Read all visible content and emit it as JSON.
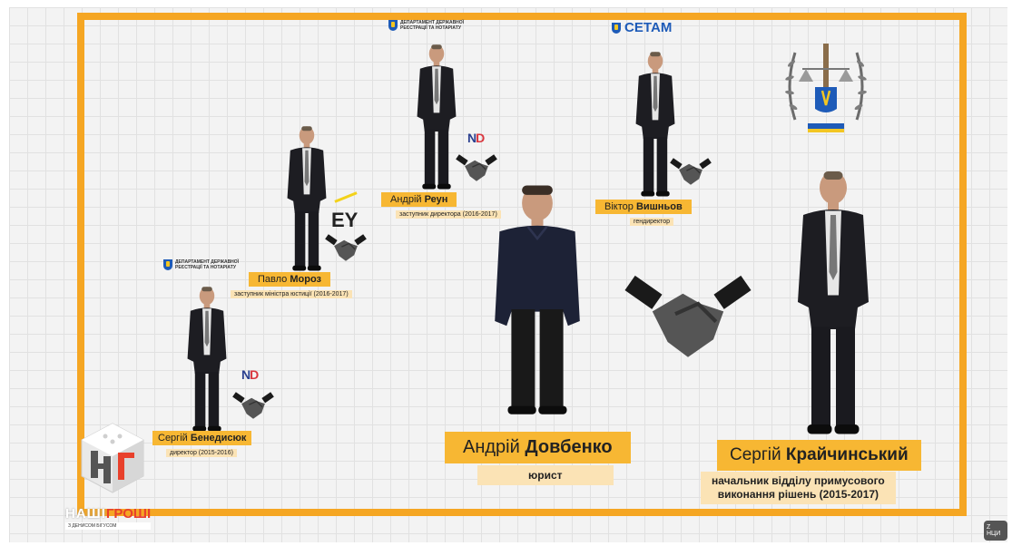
{
  "brand": {
    "word_white": "НАШІ",
    "word_red": "ГРОШІ",
    "sub": "З ДЕНИСОМ БІГУСОМ"
  },
  "channel_badge": "Z НЦИ",
  "colors": {
    "frame": "#f5a623",
    "label": "#f7b733",
    "sublabel": "#fbe3b5",
    "brand_red": "#e8402b"
  },
  "logos": {
    "dept_registration": "ДЕПАРТАМЕНТ ДЕРЖАВНОЇ РЕЄСТРАЦІЇ ТА НОТАРІАТУ",
    "setam": "СЕТАМ",
    "ey": "EY",
    "nd": "ND"
  },
  "people": {
    "benedysiuk": {
      "first": "Сергій",
      "last": "Бенедисюк",
      "role": "директор (2015-2016)"
    },
    "moroz": {
      "first": "Павло",
      "last": "Мороз",
      "role": "заступник міністра юстиції (2016-2017)"
    },
    "reun": {
      "first": "Андрій",
      "last": "Реун",
      "role": "заступник директора (2016-2017)"
    },
    "vyshnov": {
      "first": "Віктор",
      "last": "Вишньов",
      "role": "гендиректор"
    },
    "dovbenko": {
      "first": "Андрій",
      "last": "Довбенко",
      "role": "юрист"
    },
    "kraichynskyi": {
      "first": "Сергій",
      "last": "Крайчинський",
      "role_line1": "начальник відділу примусового",
      "role_line2": "виконання рішень (2015-2017)"
    }
  }
}
